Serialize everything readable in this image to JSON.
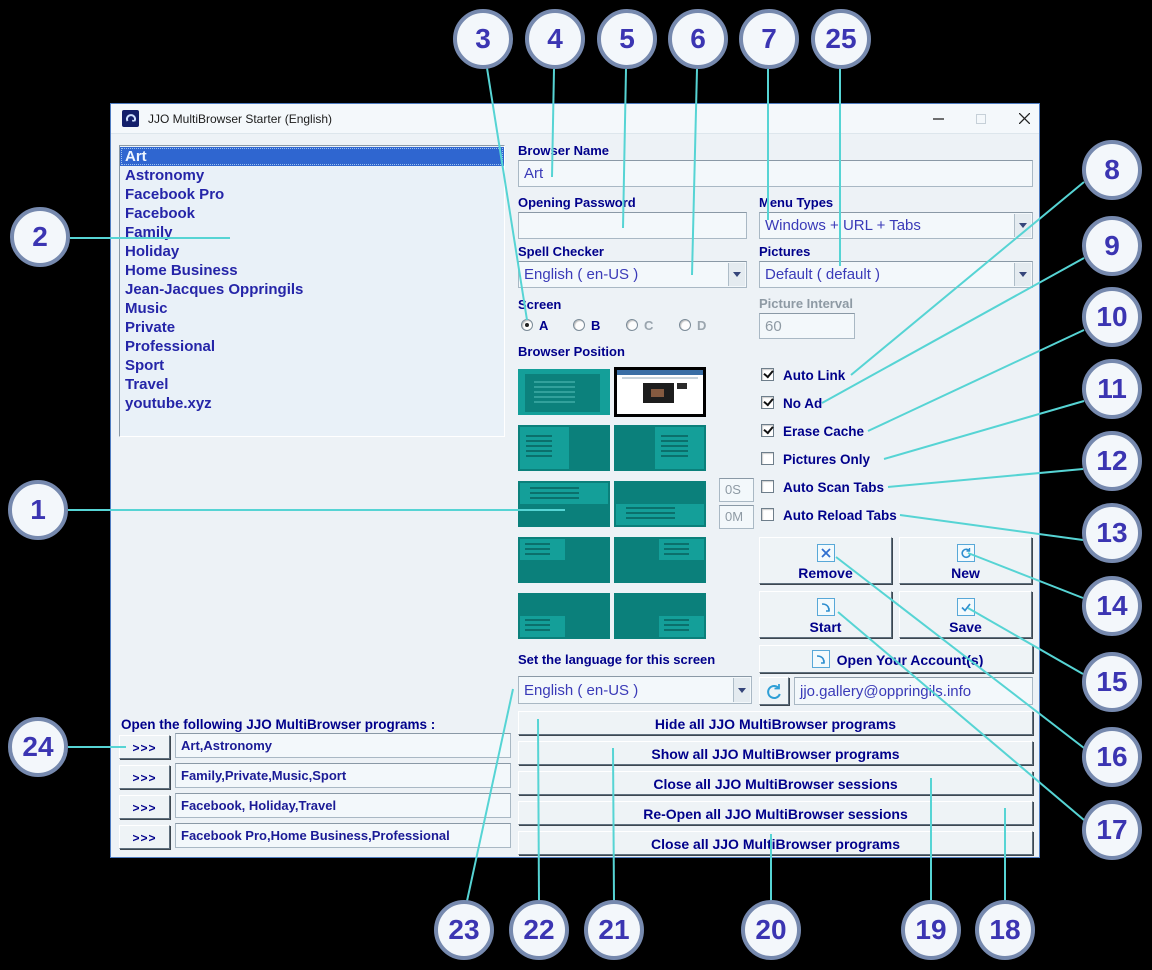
{
  "colors": {
    "callout_line": "#56d4d4",
    "selection_blue": "#2f66d0",
    "label_navy": "#00008b",
    "value_blue": "#3a3ab8",
    "teal_light": "#149f99",
    "teal_dark": "#0b807b"
  },
  "window": {
    "title": "JJO MultiBrowser Starter (English)"
  },
  "profiles": {
    "selected": "Art",
    "items": [
      "Art",
      "Astronomy",
      "Facebook Pro",
      "Facebook",
      "Family",
      "Holiday",
      "Home Business",
      "Jean-Jacques Oppringils",
      "Music",
      "Private",
      "Professional",
      "Sport",
      "Travel",
      "youtube.xyz"
    ]
  },
  "fields": {
    "browser_name": {
      "label": "Browser Name",
      "value": "Art"
    },
    "opening_password": {
      "label": "Opening Password",
      "value": ""
    },
    "menu_types": {
      "label": "Menu Types",
      "value": "Windows + URL + Tabs"
    },
    "spell_checker": {
      "label": "Spell Checker",
      "value": "English ( en-US )"
    },
    "pictures": {
      "label": "Pictures",
      "value": "Default ( default )"
    },
    "picture_interval": {
      "label": "Picture Interval",
      "value": "60"
    },
    "screen": {
      "label": "Screen",
      "options": [
        "A",
        "B",
        "C",
        "D"
      ],
      "selected": "A"
    },
    "browser_position_label": "Browser Position",
    "offset_s": "0S",
    "offset_m": "0M",
    "language": {
      "label": "Set the language for this screen",
      "value": "English ( en-US )"
    },
    "account_email": "jjo.gallery@oppringils.info"
  },
  "checkboxes": [
    {
      "label": "Auto Link",
      "checked": true
    },
    {
      "label": "No Ad",
      "checked": true
    },
    {
      "label": "Erase Cache",
      "checked": true
    },
    {
      "label": "Pictures Only",
      "checked": false
    },
    {
      "label": "Auto Scan Tabs",
      "checked": false
    },
    {
      "label": "Auto Reload Tabs",
      "checked": false
    }
  ],
  "buttons": {
    "remove": "Remove",
    "new": "New",
    "start": "Start",
    "save": "Save",
    "open_accounts": "Open Your Account(s)",
    "hide_all": "Hide all JJO MultiBrowser programs",
    "show_all": "Show all JJO MultiBrowser programs",
    "close_sessions": "Close all JJO MultiBrowser sessions",
    "reopen_sessions": "Re-Open all JJO MultiBrowser sessions",
    "close_programs": "Close all JJO MultiBrowser programs"
  },
  "launcher": {
    "label": "Open the following JJO MultiBrowser programs :",
    "button": ">>>",
    "rows": [
      "Art,Astronomy",
      "Family,Private,Music,Sport",
      "Facebook, Holiday,Travel",
      "Facebook Pro,Home Business,Professional"
    ]
  },
  "callouts": [
    "1",
    "2",
    "3",
    "4",
    "5",
    "6",
    "7",
    "8",
    "9",
    "10",
    "11",
    "12",
    "13",
    "14",
    "15",
    "16",
    "17",
    "18",
    "19",
    "20",
    "21",
    "22",
    "23",
    "24",
    "25"
  ]
}
